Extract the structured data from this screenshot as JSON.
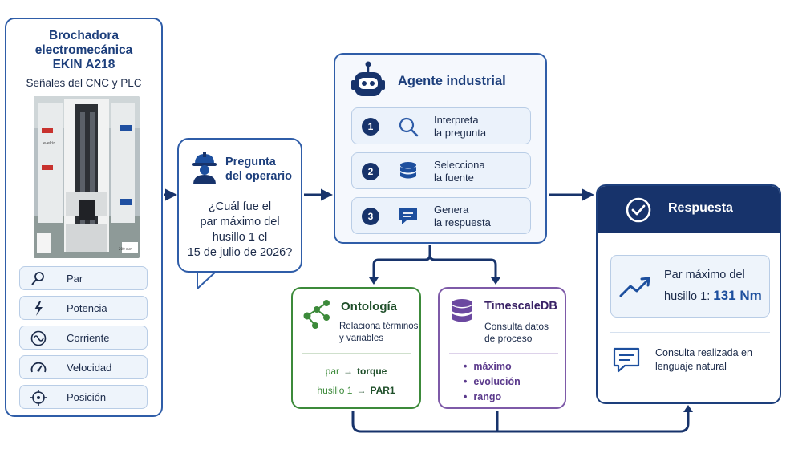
{
  "machine": {
    "title_lines": [
      "Brochadora",
      "electromecánica",
      "EKIN A218"
    ],
    "subtitle": "Señales del CNC y PLC",
    "photo_brand": "e-ekin",
    "photo_scale": "200 mm",
    "signals": [
      {
        "label": "Par",
        "icon": "wrench-icon"
      },
      {
        "label": "Potencia",
        "icon": "lightning-icon"
      },
      {
        "label": "Corriente",
        "icon": "sine-wave-icon"
      },
      {
        "label": "Velocidad",
        "icon": "speedometer-icon"
      },
      {
        "label": "Posición",
        "icon": "crosshair-icon"
      }
    ]
  },
  "question": {
    "title_lines": [
      "Pregunta",
      "del operario"
    ],
    "icon": "worker-icon",
    "text_lines": [
      "¿Cuál fue el",
      "par máximo del",
      "husillo 1 el",
      "15 de julio de 2026?"
    ]
  },
  "agent": {
    "title": "Agente industrial",
    "icon": "robot-icon",
    "steps": [
      {
        "num": "1",
        "icon": "magnifier-icon",
        "lines": [
          "Interpreta",
          "la pregunta"
        ]
      },
      {
        "num": "2",
        "icon": "database-icon",
        "lines": [
          "Selecciona",
          "la fuente"
        ]
      },
      {
        "num": "3",
        "icon": "chat-icon",
        "lines": [
          "Genera",
          "la respuesta"
        ]
      }
    ]
  },
  "ontology": {
    "title": "Ontología",
    "icon": "graph-nodes-icon",
    "desc_lines": [
      "Relaciona términos",
      "y variables"
    ],
    "mappings": [
      {
        "from": "par",
        "arrow": "→",
        "to": "torque"
      },
      {
        "from": "husillo 1",
        "arrow": "→",
        "to": "PAR1"
      }
    ],
    "colors": {
      "border": "#3c8a3a",
      "text": "#1f4f2a"
    }
  },
  "timescale": {
    "title": "TimescaleDB",
    "icon": "database-icon",
    "desc_lines": [
      "Consulta datos",
      "de proceso"
    ],
    "items": [
      "máximo",
      "evolución",
      "rango"
    ],
    "colors": {
      "border": "#7e5aa8",
      "text": "#5b3a8c"
    }
  },
  "answer": {
    "title": "Respuesta",
    "icon": "check-circle-icon",
    "value_lines": [
      "Par máximo del",
      "husillo 1:"
    ],
    "value": "131 Nm",
    "value_icon": "trend-up-icon",
    "note_lines": [
      "Consulta realizada en",
      "lenguaje natural"
    ],
    "note_icon": "speech-bubble-icon"
  },
  "colors": {
    "navy": "#17336b",
    "accent": "#2f5da8",
    "panel": "#eef4fb"
  }
}
